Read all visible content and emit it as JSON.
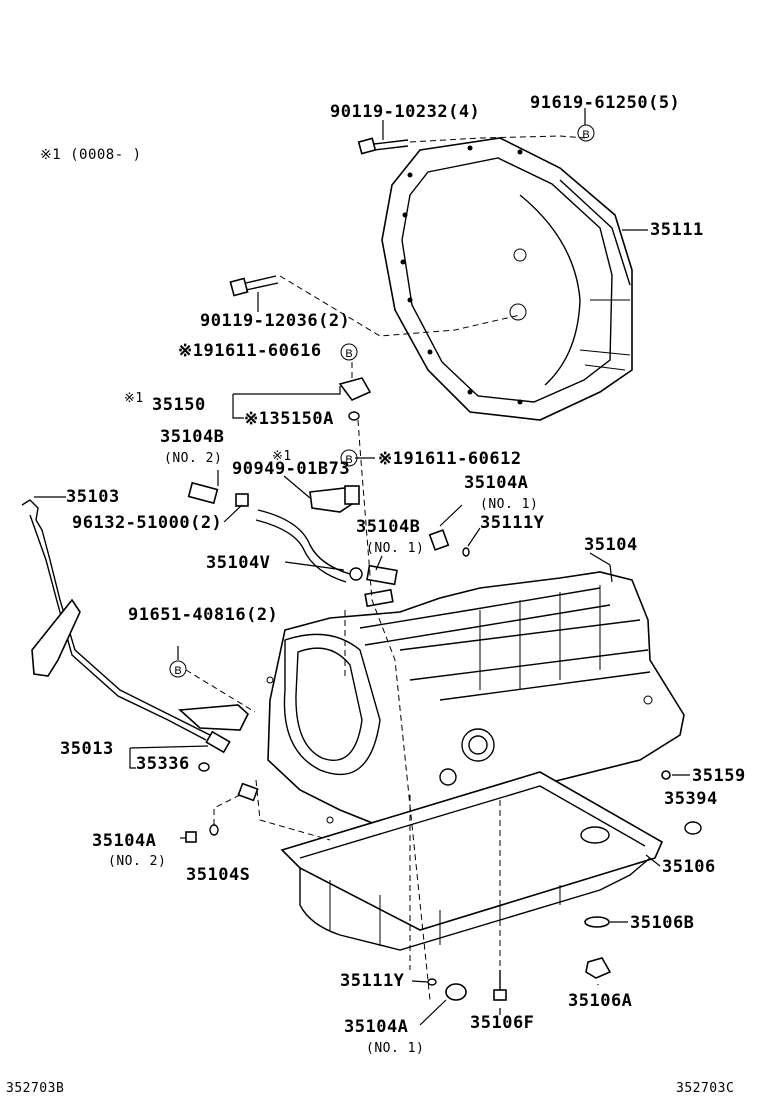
{
  "note": "※1 (0008-          )",
  "callouts": {
    "p90119_10232": "90119-10232(4)",
    "p91619_61250": "91619-61250(5)",
    "p35111": "35111",
    "p90119_12036": "90119-12036(2)",
    "p91611_60616": "※191611-60616",
    "p35150_mark": "※1",
    "p35150": "35150",
    "p35150A": "※135150A",
    "p35104B_top": "35104B",
    "p35104B_top_sub": "(NO. 2)",
    "p90949_mark": "※1",
    "p90949": "90949-01B73",
    "p91611_60612": "※191611-60612",
    "p35103": "35103",
    "p96132": "96132-51000(2)",
    "p35104A_top": "35104A",
    "p35104A_top_sub": "(NO. 1)",
    "p35104B_mid": "35104B",
    "p35104B_mid_sub": "(NO. 1)",
    "p35111Y_top": "35111Y",
    "p35104": "35104",
    "p35104V": "35104V",
    "p91651": "91651-40816(2)",
    "p35013": "35013",
    "p35336": "35336",
    "p35159": "35159",
    "p35394": "35394",
    "p35104A_left": "35104A",
    "p35104A_left_sub": "(NO. 2)",
    "p35104S": "35104S",
    "p35106": "35106",
    "p35106B": "35106B",
    "p35111Y_bot": "35111Y",
    "p35106A": "35106A",
    "p35104A_bot": "35104A",
    "p35104A_bot_sub": "(NO. 1)",
    "p35106F": "35106F"
  },
  "markers": {
    "b": "B"
  },
  "footer": {
    "left": "352703B",
    "right": "352703C"
  }
}
